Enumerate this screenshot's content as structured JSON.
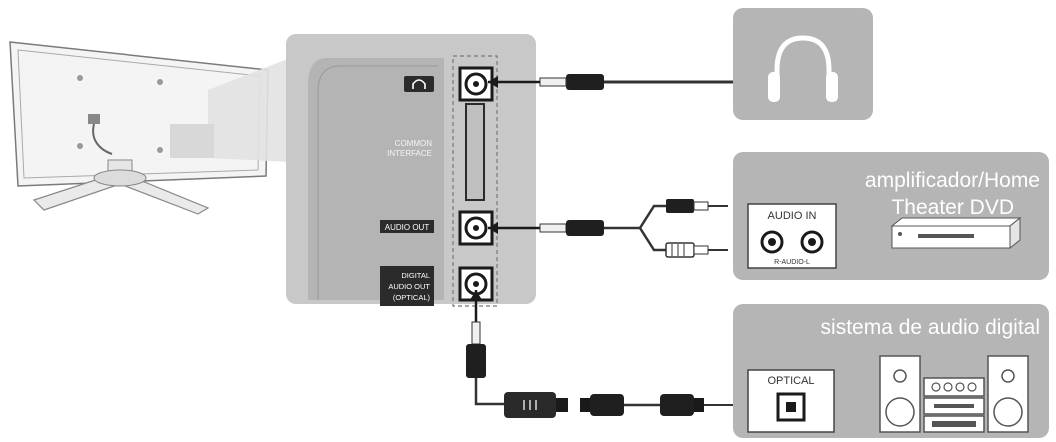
{
  "panel": {
    "headphone_symbol": "headphone-icon",
    "common_interface_line1": "COMMON",
    "common_interface_line2": "INTERFACE",
    "audio_out": "AUDIO OUT",
    "digital_line1": "DIGITAL",
    "digital_line2": "AUDIO OUT",
    "digital_line3": "(OPTICAL)"
  },
  "devices": {
    "amplifier": {
      "title_line1": "amplificador/Home",
      "title_line2": "Theater DVD",
      "input_label": "AUDIO IN",
      "input_sub": "R-AUDIO-L"
    },
    "digital_audio": {
      "title": "sistema de audio digital",
      "input_label": "OPTICAL"
    }
  },
  "colors": {
    "panel_gray": "#c8c8c8",
    "box_gray": "#b5b5b5",
    "cable_dark": "#333333",
    "jack_black": "#1a1a1a"
  }
}
